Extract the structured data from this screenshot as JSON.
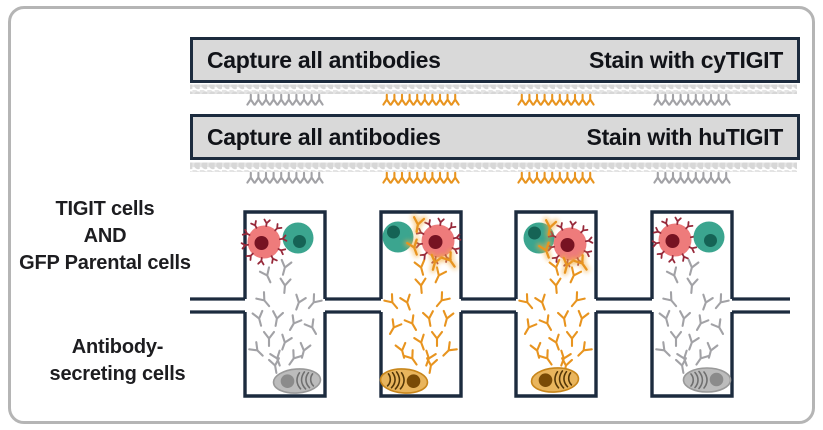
{
  "banners": [
    {
      "left_label": "Capture all antibodies",
      "right_label": "Stain with cyTIGIT"
    },
    {
      "left_label": "Capture all antibodies",
      "right_label": "Stain with huTIGIT"
    }
  ],
  "side_labels": {
    "top": {
      "lines": [
        "TIGIT cells",
        "AND",
        "GFP Parental cells"
      ]
    },
    "bottom": {
      "lines": [
        "Antibody-",
        "secreting cells"
      ]
    }
  },
  "capture_rows": [
    {
      "groups": [
        "ab-gray",
        "ab-orange",
        "ab-orange",
        "ab-gray"
      ]
    },
    {
      "groups": [
        "ab-gray",
        "ab-orange",
        "ab-orange",
        "ab-gray"
      ]
    }
  ],
  "wells": [
    {
      "name": "well-1",
      "antibody_class": "ab-gray",
      "top_cells": [
        "tigit-red-cell",
        "gfp-teal-cell"
      ],
      "secreting_cell": "gray",
      "stained": false
    },
    {
      "name": "well-2",
      "antibody_class": "ab-orange",
      "top_cells": [
        "gfp-teal-cell",
        "tigit-red-cell"
      ],
      "secreting_cell": "orange",
      "stained": true
    },
    {
      "name": "well-3",
      "antibody_class": "ab-orange",
      "top_cells": [
        "gfp-teal-cell",
        "tigit-red-cell"
      ],
      "secreting_cell": "orange",
      "stained": true
    },
    {
      "name": "well-4",
      "antibody_class": "ab-gray",
      "top_cells": [
        "tigit-red-cell",
        "gfp-teal-cell"
      ],
      "secreting_cell": "gray",
      "stained": false
    }
  ],
  "colors": {
    "navy": "#1c2b3e",
    "frame-border": "#b5b5b5",
    "banner-fill": "#d9d9d9",
    "text": "#1d1d20",
    "bead-light": "#e4e4e4",
    "bead-dark": "#d7d7d7",
    "ab-gray": "#a2a2a6",
    "ab-orange": "#e8941f",
    "glow": "#f3b14a",
    "red-cell": "#ee7b7b",
    "red-spike": "#97293a",
    "red-nucleus": "#771322",
    "teal-cell": "#3ba58f",
    "teal-nucleus": "#156355",
    "secret-gray-body": "#bcbcbc",
    "secret-gray-line": "#999999",
    "secret-gray-nucleus": "#8b8b8b",
    "secret-gray-squiggle": "#6f6f6f",
    "secret-orange-body": "#e9b55d",
    "secret-orange-line": "#c8861b",
    "secret-orange-nucleus": "#7a4b06",
    "secret-orange-squiggle": "#533607"
  }
}
